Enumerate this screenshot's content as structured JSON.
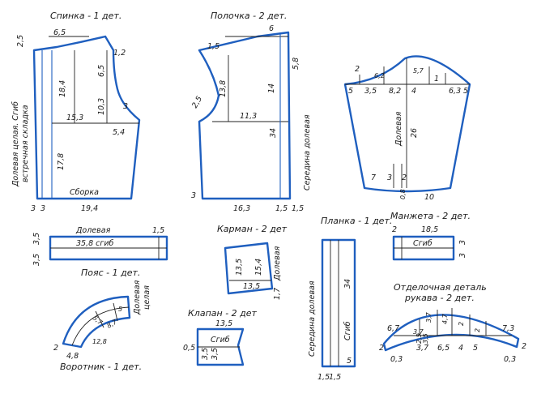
{
  "back": {
    "title": "Спинка - 1 дет.",
    "m_6_5": "6,5",
    "m_2_5": "2,5",
    "m_1_2": "1,2",
    "m_6_5b": "6,5",
    "m_18_4": "18,4",
    "m_10_3": "10,3",
    "m_3": "3",
    "m_15_3": "15,3",
    "m_5_4": "5,4",
    "m_17_8": "17,8",
    "assembly": "Сборка",
    "m_19_4": "19,4",
    "m_3a": "3",
    "m_3b": "3",
    "side_label": "Долевая целая. Сгиб",
    "side_label2": "встречная складка"
  },
  "front": {
    "title": "Полочка - 2 дет.",
    "m_6": "6",
    "m_1_5": "1,5",
    "m_5_8": "5,8",
    "m_13_8": "13,8",
    "m_14": "14",
    "m_2_5": "2,5",
    "m_11_3": "11,3",
    "m_34": "34",
    "m_3": "3",
    "m_16_3": "16,3",
    "m_1_5b": "1,5",
    "m_1_5c": "1,5",
    "side_label": "Середина долевая"
  },
  "sleeve": {
    "m_2": "2",
    "m_5": "5",
    "m_3_5": "3,5",
    "m_6_2": "6,2",
    "m_8_2": "8,2",
    "m_4": "4",
    "m_5_7": "5,7",
    "m_1": "1",
    "m_6_3": "6,3",
    "m_5b": "5",
    "grain": "Долевая",
    "m_26": "26",
    "m_7": "7",
    "m_3": "3",
    "m_2b": "2",
    "m_0_8": "0,8",
    "m_10": "10"
  },
  "belt": {
    "title": "Пояс - 1 дет.",
    "grain": "Долевая",
    "m_1_5": "1,5",
    "m_35_8": "35,8 сгиб",
    "m_3_5a": "3,5",
    "m_3_5b": "3,5"
  },
  "pocket": {
    "title": "Карман - 2 дет",
    "m_13_5": "13,5",
    "m_15_4": "15,4",
    "m_13_5b": "13,5",
    "m_1_7": "1,7",
    "grain": "Долевая"
  },
  "placket": {
    "title": "Планка - 1 дет.",
    "m_34": "34",
    "fold": "Сгиб",
    "m_5": "5",
    "m_1_5a": "1,5",
    "m_1_5b": "1,5",
    "side_label": "Середина долевая"
  },
  "cuff": {
    "title": "Манжета - 2 дет.",
    "m_2": "2",
    "m_18_5": "18,5",
    "fold": "Сгиб",
    "m_3a": "3",
    "m_3b": "3"
  },
  "collar": {
    "title": "Воротник - 1 дет.",
    "grain": "Долевая",
    "grain2": "целая",
    "m_5_7": "5,7",
    "m_5": "5",
    "m_8_7": "8,7",
    "m_12_8": "12,8",
    "m_2": "2",
    "m_4_8": "4,8"
  },
  "flap": {
    "title": "Клапан - 2 дет",
    "m_13_5": "13,5",
    "fold": "Сгиб",
    "m_0_5": "0,5",
    "m_3_5a": "3,5",
    "m_3_5b": "3,5"
  },
  "trim": {
    "title": "Отделочная деталь",
    "title2": "рукава - 2 дет.",
    "m_6_7": "6,7",
    "m_7_3": "7,3",
    "m_3_7a": "3,7",
    "m_3_7b": "3,7",
    "m_4_7": "4,7",
    "m_2_5": "2,5",
    "m_3_5": "3,5",
    "m_2a": "2",
    "m_2b": "2",
    "m_2c": "2",
    "m_0_3a": "0,3",
    "m_0_3b": "0,3",
    "m_6_5": "6,5",
    "m_4": "4",
    "m_5": "5",
    "m_2d": "2"
  }
}
